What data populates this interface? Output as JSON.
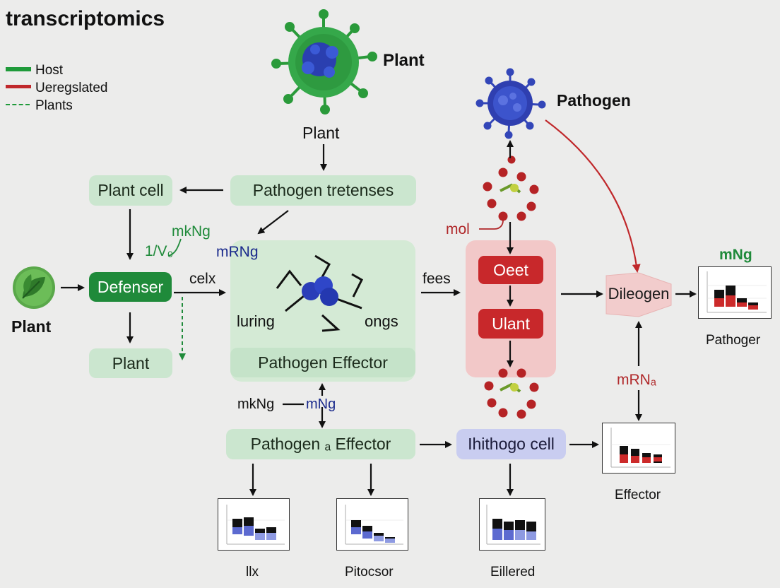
{
  "title": "transcriptomics",
  "legend": [
    {
      "label": "Host",
      "style": "solid",
      "color": "#1f9a3a"
    },
    {
      "label": "Ueregslated",
      "style": "solid",
      "color": "#c0282b"
    },
    {
      "label": "Plants",
      "style": "dashed",
      "color": "#1f9a3a"
    }
  ],
  "labels": {
    "plant_virus_label": "Plant",
    "plant_under_virus": "Plant",
    "pathogen_virus_label": "Pathogen",
    "mkng_left": "mkNg",
    "one_over_v": "1/V₀",
    "mrng_left": "mRNg",
    "celx": "celx",
    "plant_leaf_label": "Plant",
    "luring": "luring",
    "ongs": "ongs",
    "fees": "fees",
    "mol": "mol",
    "mng_right": "mNg",
    "mrna_right": "mRNₐ",
    "mkng_bottom": "mkNg",
    "mng_bottom": "mNg",
    "pathoger": "Pathoger",
    "effector_label": "Effector",
    "llx": "llx",
    "pitocsor": "Pitocsor",
    "eillered": "Eillered"
  },
  "boxes": {
    "plant_cell": "Plant cell",
    "pathogen_tretenses": "Pathogen tretenses",
    "defenser": "Defenser",
    "plant_box": "Plant",
    "pathogen_effector_inner": "Pathogen Effector",
    "pathogen_effector_bottom": "Pathogen ₐ Effector",
    "oeet": "Oeet",
    "ulant": "Ulant",
    "dileogen": "Dileogen",
    "ihithogo_cell": "Ihithogo cell"
  },
  "colors": {
    "green": "#1f8a3a",
    "light_green": "#cbe6cf",
    "red": "#c8282b",
    "pink": "#f2c8c8",
    "purple": "#c9cdf0",
    "blue": "#2438b8"
  }
}
